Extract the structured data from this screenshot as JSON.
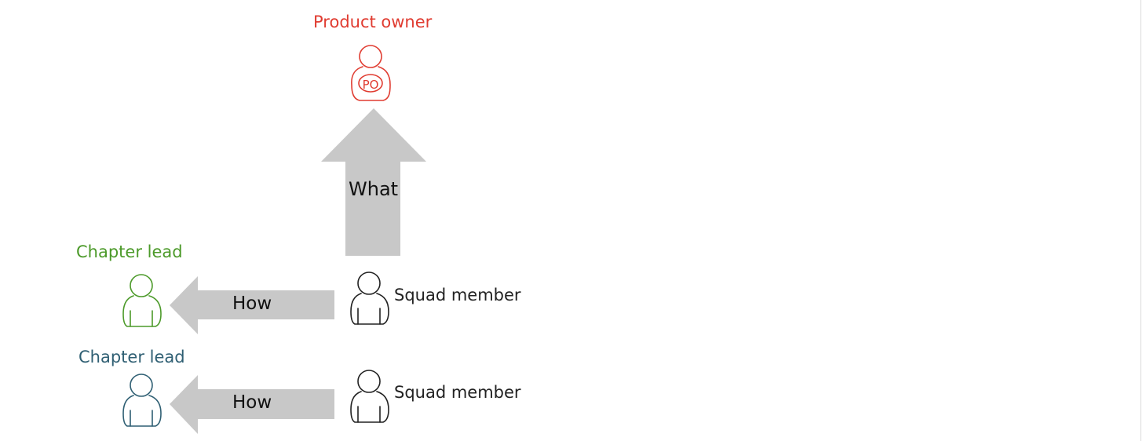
{
  "colors": {
    "product_owner": "#e03c31",
    "chapter_lead_1": "#4c9a2a",
    "chapter_lead_2": "#2f5f73",
    "squad_member": "#222222",
    "arrow_fill": "#c8c8c8"
  },
  "product_owner": {
    "title": "Product owner",
    "badge": "PO",
    "icon": "person-icon"
  },
  "arrow_up": {
    "label": "What"
  },
  "rows": [
    {
      "chapter_lead_title": "Chapter lead",
      "arrow_label": "How",
      "squad_member_title": "Squad member"
    },
    {
      "chapter_lead_title": "Chapter lead",
      "arrow_label": "How",
      "squad_member_title": "Squad member"
    }
  ]
}
